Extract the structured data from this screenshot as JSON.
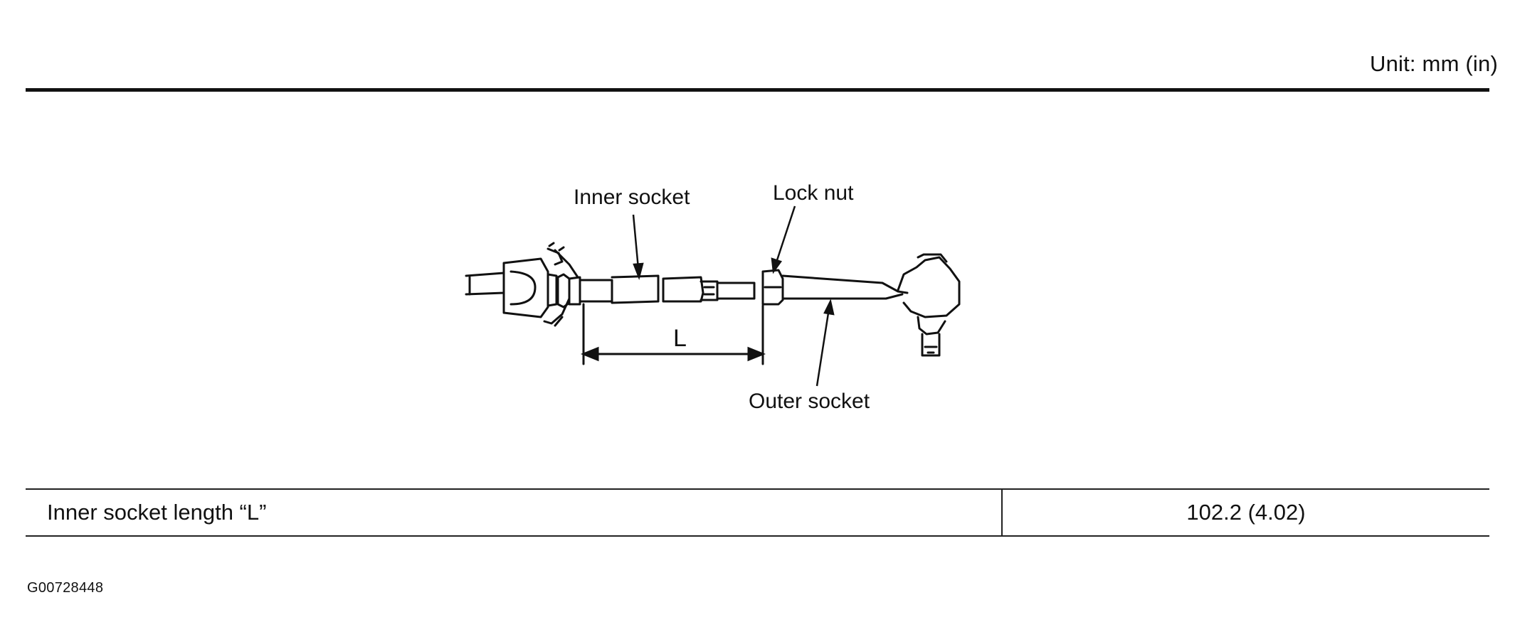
{
  "header": {
    "unit": "Unit: mm (in)"
  },
  "figure": {
    "callouts": {
      "inner_socket": "Inner socket",
      "lock_nut": "Lock nut",
      "outer_socket": "Outer socket",
      "dimension": "L"
    }
  },
  "spec": {
    "label": "Inner socket length “L”",
    "value": "102.2 (4.02)"
  },
  "footer": {
    "figure_id": "G00728448"
  }
}
